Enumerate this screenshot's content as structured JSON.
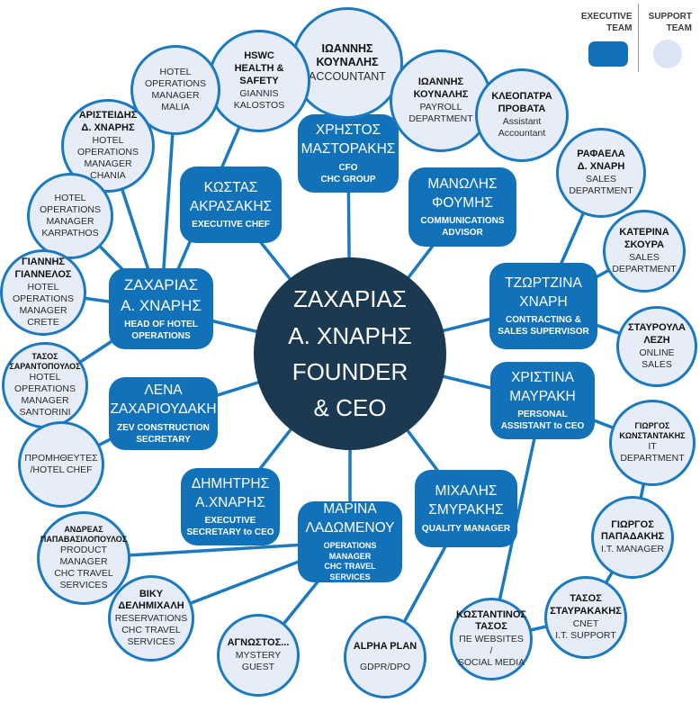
{
  "colors": {
    "executive_team": "#1172ba",
    "support_team_fill": "#e6edf8",
    "support_team_border": "#1a79c0",
    "center": "#1b3a52",
    "connector_line": "#1a79c0"
  },
  "legend": {
    "executive_label": "EXECUTIVE\nTEAM",
    "support_label": "SUPPORT\nTEAM"
  },
  "center": {
    "name": "ΖΑΧΑΡΙΑΣ\nΑ. ΧΝΑΡΗΣ\nFOUNDER\n& CEO"
  },
  "executives": [
    {
      "name": "ΧΡΗΣΤΟΣ\nΜΑΣΤΟΡΑΚΗΣ",
      "role": "CFO\nCHC GROUP"
    },
    {
      "name": "ΚΩΣΤΑΣ\nΑΚΡΑΣΑΚΗΣ",
      "role": "EXECUTIVE CHEF"
    },
    {
      "name": "ΜΑΝΩΛΗΣ\nΦΟΥΜΗΣ",
      "role": "COMMUNICATIONS\nADVISOR"
    },
    {
      "name": "ΖΑΧΑΡΙΑΣ\nΑ. ΧΝΑΡΗΣ",
      "role": "HEAD OF HOTEL\nOPERATIONS"
    },
    {
      "name": "ΤΖΩΡΤΖΙΝΑ\nΧΝΑΡΗ",
      "role": "CONTRACTING &\nSALES SUPERVISOR"
    },
    {
      "name": "ΛΕΝΑ\nΖΑΧΑΡΙΟΥΔΑΚΗ",
      "role": "ZEV CONSTRUCTION\nSECRETARY"
    },
    {
      "name": "ΧΡΙΣΤΙΝΑ\nΜΑΥΡΑΚΗ",
      "role": "PERSONAL\nASSISTANT to CEO"
    },
    {
      "name": "ΔΗΜΗΤΡΗΣ\nΑ.ΧΝΑΡΗΣ",
      "role": "EXECUTIVE\nSECRETARY to CEO"
    },
    {
      "name": "ΜΙΧΑΛΗΣ\nΣΜΥΡΑΚΗΣ",
      "role": "QUALITY MANAGER"
    },
    {
      "name": "ΜΑΡΙΝΑ\nΛΑΔΩΜΕΝΟΥ",
      "role": "OPERATIONS MANAGER\nCHC TRAVEL SERVICES"
    }
  ],
  "supports": [
    {
      "name": "ΙΩΑΝΝΗΣ\nΚΟΥΝΑΛΗΣ",
      "role": "ACCOUNTANT"
    },
    {
      "name": "ΙΩΑΝΝΗΣ\nΚΟΥΝΑΛΗΣ",
      "role": "PAYROLL\nDEPARTMENT"
    },
    {
      "name": "ΚΛΕΟΠΑΤΡΑ\nΠΡΟΒΑΤΑ",
      "role": "Assistant\nAccountant"
    },
    {
      "name": "HSWC\nHEALTH &\nSAFETY",
      "role": "GIANNIS\nKALOSTOS"
    },
    {
      "name": "",
      "role": "HOTEL\nOPERATIONS\nMANAGER\nMALIA"
    },
    {
      "name": "ΑΡΙΣΤΕΙΔΗΣ\nΔ. ΧΝΑΡΗΣ",
      "role": "HOTEL\nOPERATIONS\nMANAGER\nCHANIA"
    },
    {
      "name": "",
      "role": "HOTEL\nOPERATIONS\nMANAGER\nKARPATHOS"
    },
    {
      "name": "ΓΙΑΝΝΗΣ\nΓΙΑΝΝΕΛΟΣ",
      "role": "HOTEL\nOPERATIONS\nMANAGER\nCRETE"
    },
    {
      "name": "ΤΑΣΟΣ\nΣΑΡΑΝΤΟΠΟΥΛΟΣ",
      "role": "HOTEL\nOPERATIONS\nMANAGER\nSANTORINI"
    },
    {
      "name": "",
      "role": "ΠΡΟΜΗΘΕΥΤΕΣ\n/HOTEL CHEF"
    },
    {
      "name": "ΑΝΔΡΕΑΣ\nΠΑΠΑΒΑΣΙΛΟΠΟΥΛΟΣ",
      "role": "PRODUCT\nMANAGER\nCHC TRAVEL\nSERVICES"
    },
    {
      "name": "ΒΙΚΥ\nΔΕΛΗΜΙΧΑΛΗ",
      "role": "RESERVATIONS\nCHC TRAVEL\nSERVICES"
    },
    {
      "name": "ΑΓΝΩΣΤΟΣ...",
      "role": "MYSTERY\nGUEST"
    },
    {
      "name": "ALPHA PLAN",
      "role": "GDPR/DPO"
    },
    {
      "name": "ΚΩΣΤΑΝΤΙΝΟΣ\nΤΑΣΟΣ",
      "role": "ΠΕ WEBSITES /\nSOCIAL MEDIA"
    },
    {
      "name": "ΤΑΣΟΣ\nΣΤΑΥΡΑΚΑΚΗΣ",
      "role": "CNET\nI.T. SUPPORT"
    },
    {
      "name": "ΓΙΩΡΓΟΣ\nΠΑΠΑΔΑΚΗΣ",
      "role": "I.T. MANAGER"
    },
    {
      "name": "ΓΙΩΡΓΟΣ\nΚΩΝΣΤΑΝΤΑΚΗΣ",
      "role": "IT DEPARTMENT"
    },
    {
      "name": "ΣΤΑΥΡΟΥΛΑ\nΛΕΖΗ",
      "role": "ONLINE\nSALES"
    },
    {
      "name": "ΚΑΤΕΡΙΝΑ\nΣΚΟΥΡΑ",
      "role": "SALES\nDEPARTMENT"
    },
    {
      "name": "ΡΑΦΑΕΛΑ\nΔ. ΧΝΑΡΗ",
      "role": "SALES\nDEPARTMENT"
    }
  ]
}
